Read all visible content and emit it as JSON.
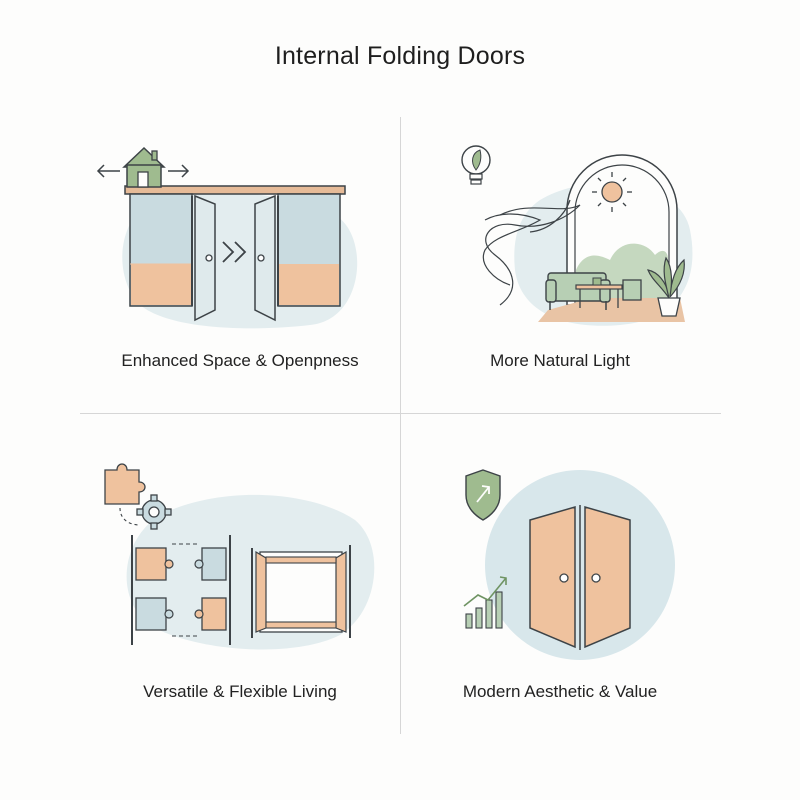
{
  "title": "Internal Folding Doors",
  "panels": [
    {
      "label": "Enhanced Space & Openpness"
    },
    {
      "label": "More Natural Light"
    },
    {
      "label": "Versatile & Flexible Living"
    },
    {
      "label": "Modern Aesthetic & Value"
    }
  ],
  "colors": {
    "peach": "#efc29e",
    "blue_grey": "#c9dbe0",
    "sage": "#9fbb8f",
    "blob": "#e3edef",
    "outline": "#3d4347"
  },
  "icons": [
    "house-icon",
    "arrow-left-icon",
    "arrow-right-icon",
    "chevron-right-icon",
    "lightbulb-leaf-icon",
    "sun-icon",
    "potted-plant-icon",
    "puzzle-piece-icon",
    "gear-icon",
    "shield-arrow-icon",
    "bar-chart-icon",
    "growth-arrow-icon"
  ]
}
